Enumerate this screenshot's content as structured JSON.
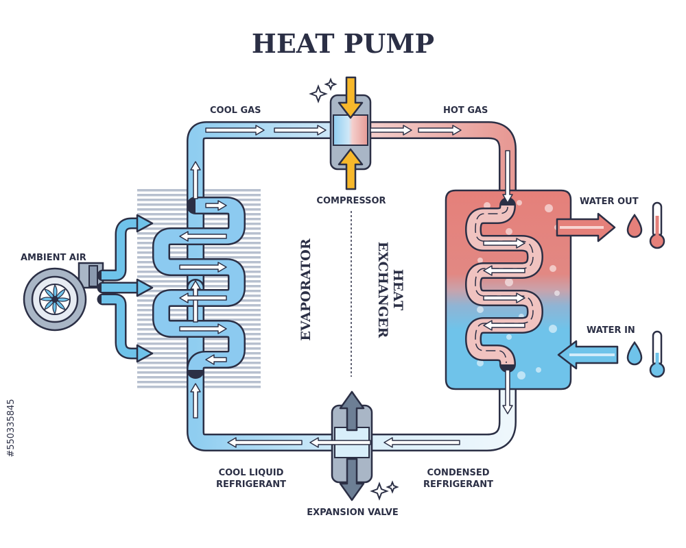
{
  "title": "HEAT PUMP",
  "labels": {
    "cool_gas": "COOL GAS",
    "hot_gas": "HOT GAS",
    "compressor": "COMPRESSOR",
    "ambient_air": "AMBIENT AIR",
    "water_out": "WATER OUT",
    "water_in": "WATER IN",
    "evaporator": "EVAPORATOR",
    "heat_exchanger_1": "HEAT",
    "heat_exchanger_2": "EXCHANGER",
    "cool_liquid_1": "COOL LIQUID",
    "cool_liquid_2": "REFRIGERANT",
    "condensed_1": "CONDENSED",
    "condensed_2": "REFRIGERANT",
    "expansion_valve": "EXPANSION VALVE"
  },
  "watermark_id": "#550335845",
  "colors": {
    "outline": "#2b2f45",
    "cold": "#7cc3ec",
    "cold_light": "#d3ecfa",
    "hot": "#e79a95",
    "hot_light": "#f7d4d1",
    "tank_red": "#e5807a",
    "tank_mid": "#bfa3ae",
    "tank_blue": "#6fc3ea",
    "valve_gray": "#a9b6c6",
    "yellow": "#f7b82b",
    "fins": "#b7c0cf"
  }
}
